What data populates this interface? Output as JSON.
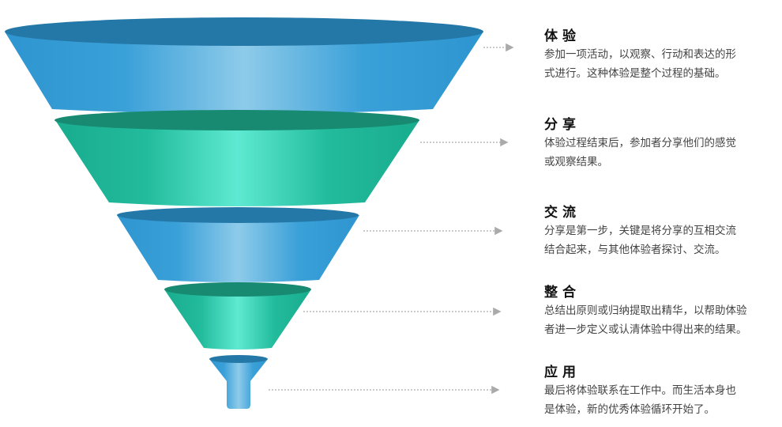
{
  "colors": {
    "blue": "#35a0d8",
    "blue_light": "#8dcbea",
    "blue_top": "#2378a8",
    "green": "#1fb597",
    "green_light": "#5ce8d0",
    "green_top": "#178a71",
    "arrow": "#aaaaaa"
  },
  "stages": [
    {
      "title": "体验",
      "lines": [
        "参加一项活动，以观察、行动和表达的形",
        "式进行。这种体验是整个过程的基础。"
      ]
    },
    {
      "title": "分享",
      "lines": [
        "体验过程结束后，参加者分享他们的感觉",
        "或观察结果。"
      ]
    },
    {
      "title": "交流",
      "lines": [
        "分享是第一步，关键是将分享的互相交流",
        "结合起来，与其他体验者探讨、交流。"
      ]
    },
    {
      "title": "整合",
      "lines": [
        "总结出原则或归纳提取出精华，以帮助体验",
        "者进一步定义或认清体验中得出来的结果。"
      ]
    },
    {
      "title": "应用",
      "lines": [
        "最后将体验联系在工作中。而生活本身也",
        "是体验，新的优秀体验循环开始了。"
      ]
    }
  ]
}
